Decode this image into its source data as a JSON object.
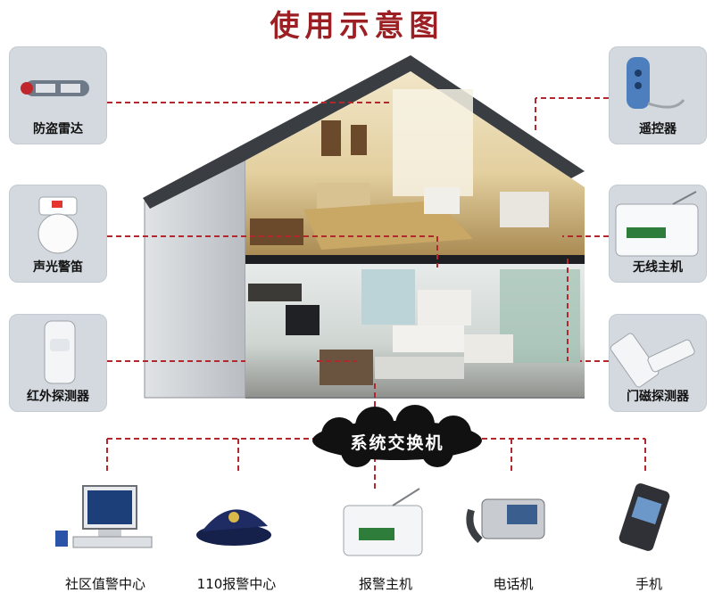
{
  "title": "使用示意图",
  "left_devices": [
    {
      "label": "防盗雷达",
      "icon": "radar-sensor-icon"
    },
    {
      "label": "声光警笛",
      "icon": "siren-icon"
    },
    {
      "label": "红外探测器",
      "icon": "infrared-detector-icon"
    }
  ],
  "right_devices": [
    {
      "label": "遥控器",
      "icon": "remote-control-icon"
    },
    {
      "label": "无线主机",
      "icon": "wireless-host-icon"
    },
    {
      "label": "门磁探测器",
      "icon": "door-magnet-icon"
    }
  ],
  "hub": {
    "label": "系统交换机"
  },
  "bottom_devices": [
    {
      "label": "社区值警中心",
      "icon": "computer-icon"
    },
    {
      "label": "110报警中心",
      "icon": "police-cap-icon"
    },
    {
      "label": "报警主机",
      "icon": "alarm-host-icon"
    },
    {
      "label": "电话机",
      "icon": "telephone-icon"
    },
    {
      "label": "手机",
      "icon": "mobile-phone-icon"
    }
  ],
  "colors": {
    "title": "#9c1f23",
    "connector": "#b3282d",
    "card": "#d3d9df",
    "roof": "#3a3d42",
    "wall": "#cfd2d6",
    "hub": "#111111"
  }
}
